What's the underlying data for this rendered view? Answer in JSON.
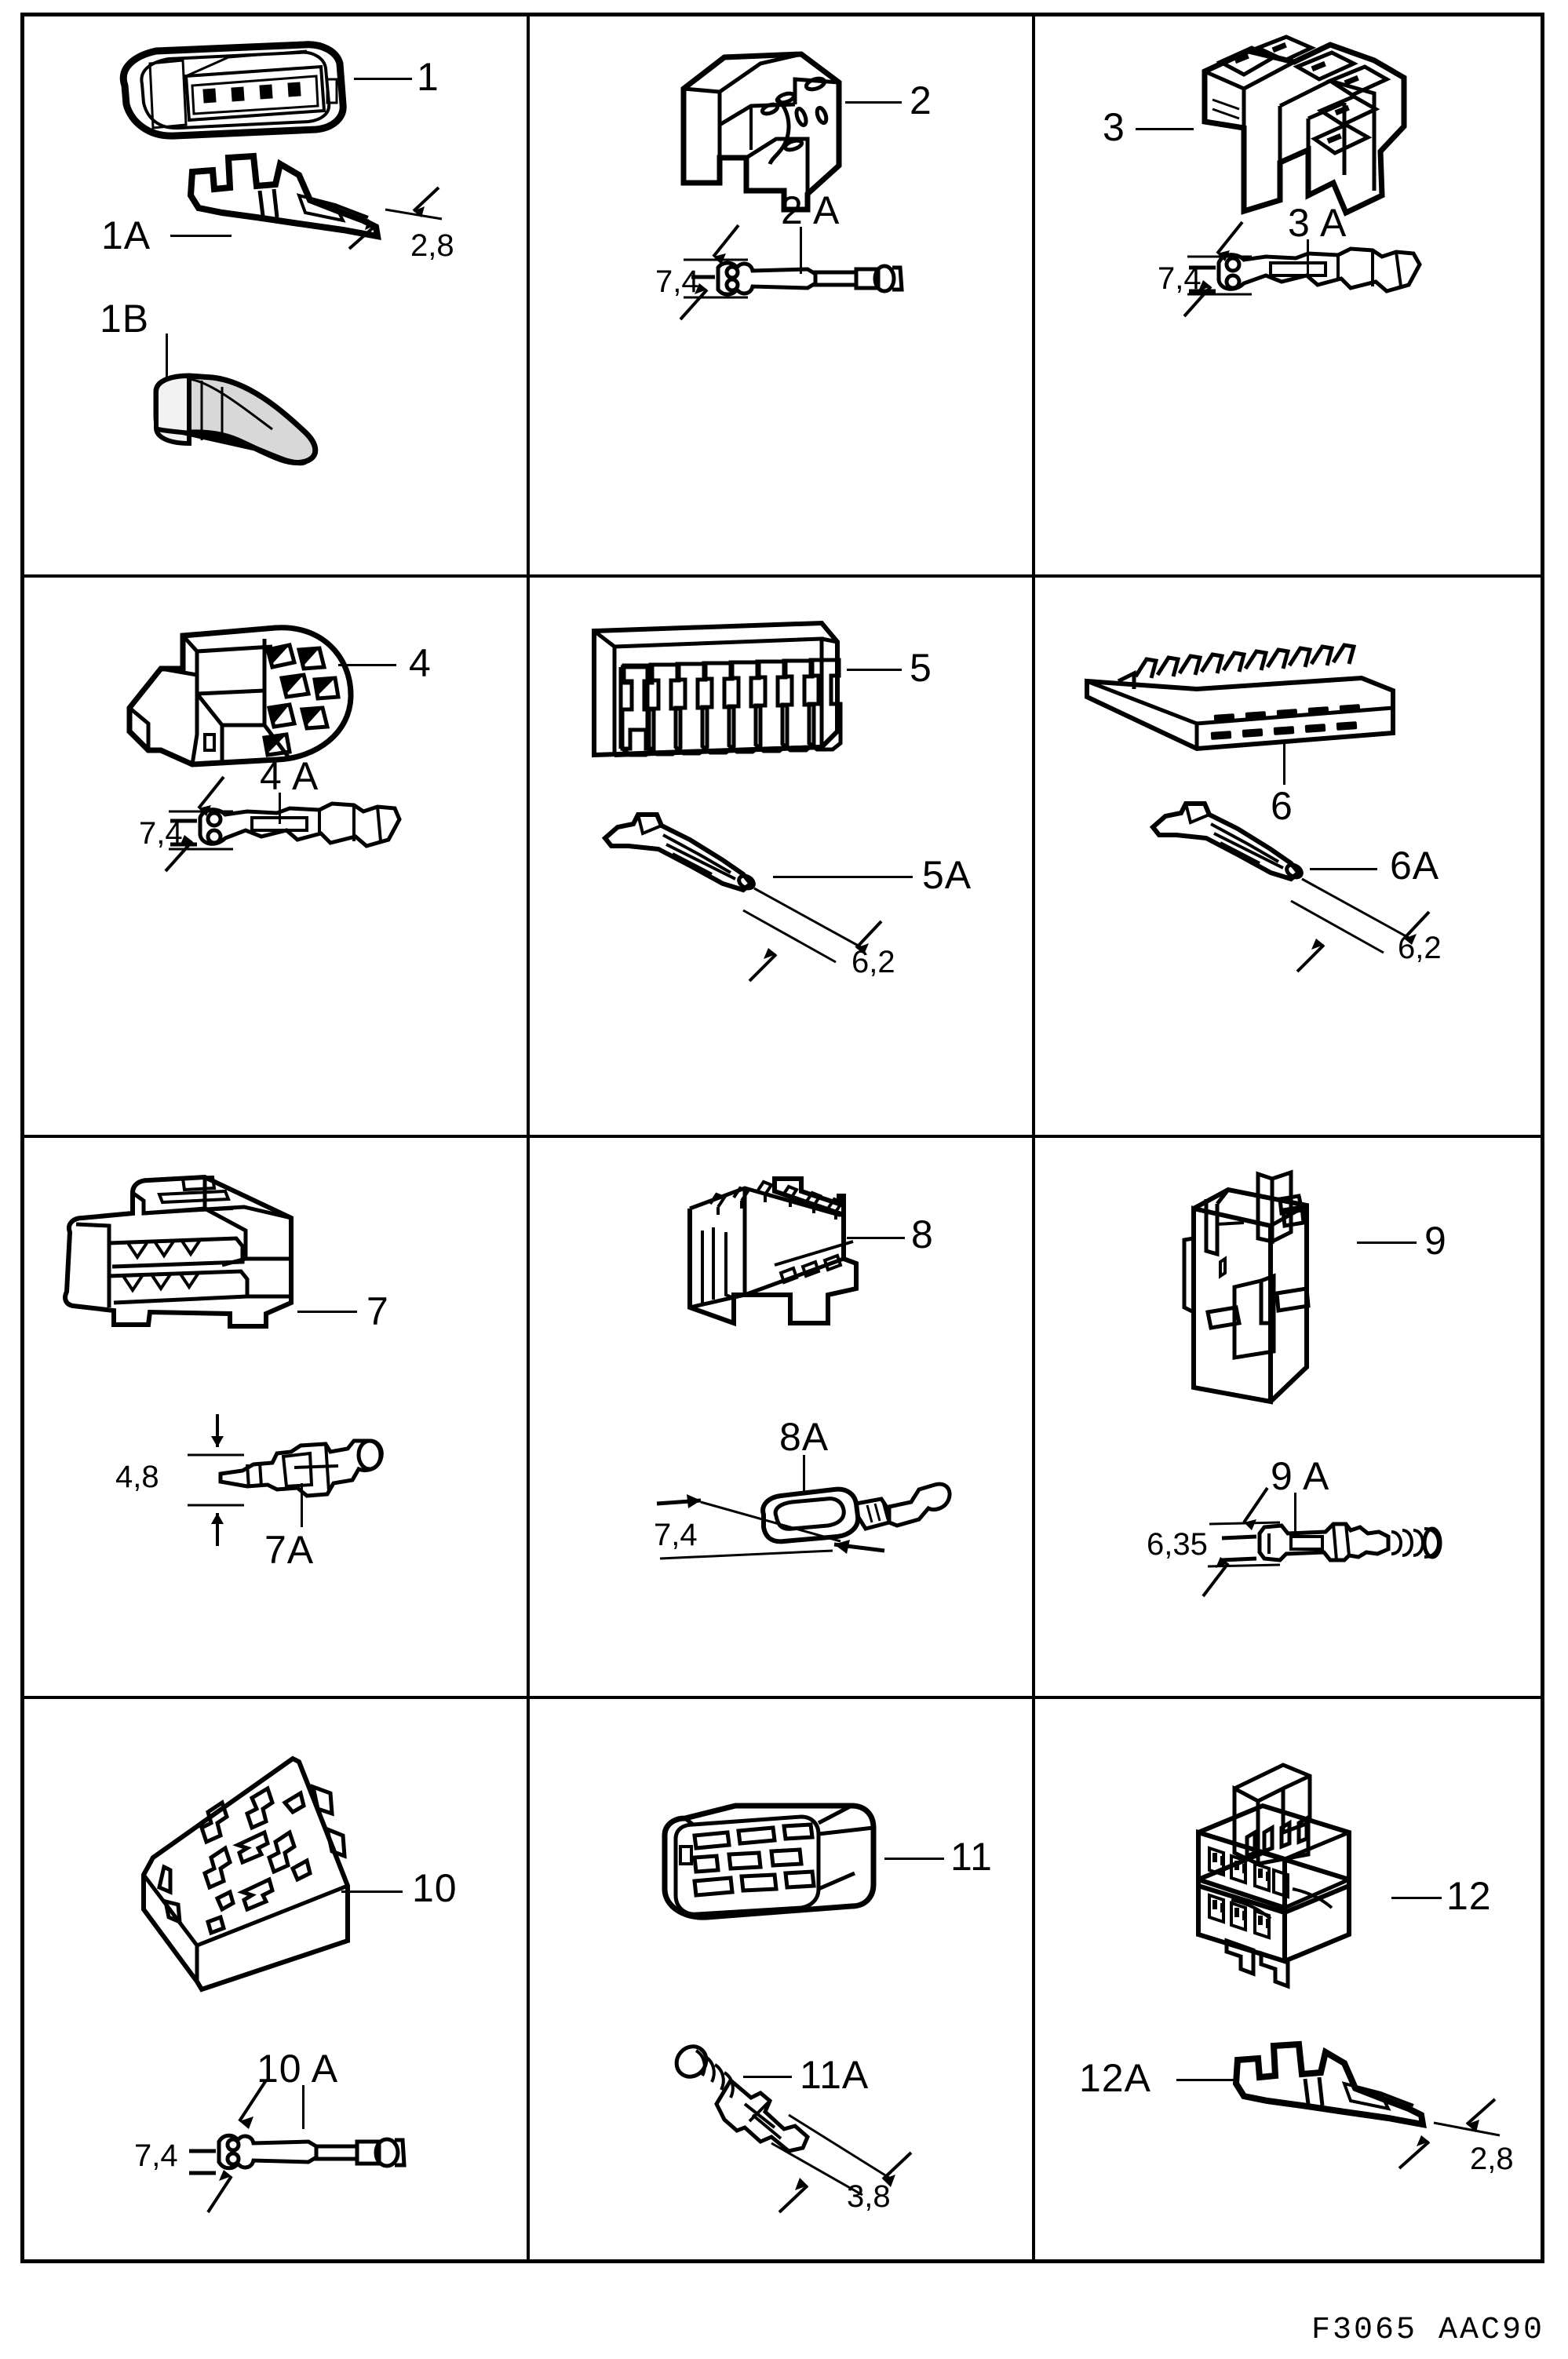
{
  "sheet": {
    "footer_code": "F3065  AAC90",
    "columns": 3,
    "rows": 4
  },
  "cells": [
    {
      "id": "cell-1",
      "housing_label": "1",
      "terminal_label": "1A",
      "extra_label": "1B",
      "dimension": "2,8",
      "housing_kind": "multi-way-connector-housing",
      "terminal_kind": "female-blade-terminal",
      "extra_kind": "rubber-boot-seal"
    },
    {
      "id": "cell-2",
      "housing_label": "2",
      "terminal_label": "2 A",
      "dimension": "7,4",
      "housing_kind": "single-way-connector-block",
      "terminal_kind": "round-pin-terminal"
    },
    {
      "id": "cell-3",
      "housing_label": "3",
      "terminal_label": "3 A",
      "dimension": "7,4",
      "housing_kind": "multi-chamber-connector-housing",
      "terminal_kind": "flat-blade-terminal"
    },
    {
      "id": "cell-4",
      "housing_label": "4",
      "terminal_label": "4 A",
      "dimension": "7,4",
      "housing_kind": "round-face-connector-housing",
      "terminal_kind": "flat-blade-terminal"
    },
    {
      "id": "cell-5",
      "housing_label": "5",
      "terminal_label": "5A",
      "dimension": "6,2",
      "housing_kind": "eight-way-comb-connector",
      "terminal_kind": "small-flat-terminal"
    },
    {
      "id": "cell-6",
      "housing_label": "6",
      "terminal_label": "6A",
      "dimension": "6,2",
      "housing_kind": "flat-strip-connector",
      "terminal_kind": "small-flat-terminal"
    },
    {
      "id": "cell-7",
      "housing_label": "7",
      "terminal_label": "7A",
      "dimension": "4,8",
      "housing_kind": "double-row-connector-housing",
      "terminal_kind": "blade-receptacle-terminal"
    },
    {
      "id": "cell-8",
      "housing_label": "8",
      "terminal_label": "8A",
      "dimension": "7,4",
      "housing_kind": "relay-base-connector",
      "terminal_kind": "female-spade-terminal"
    },
    {
      "id": "cell-9",
      "housing_label": "9",
      "terminal_label": "9 A",
      "dimension": "6,35",
      "housing_kind": "relay-socket-housing",
      "terminal_kind": "long-pin-terminal"
    },
    {
      "id": "cell-10",
      "housing_label": "10",
      "terminal_label": "10 A",
      "dimension": "7,4",
      "housing_kind": "relay-holder-box",
      "terminal_kind": "round-pin-terminal"
    },
    {
      "id": "cell-11",
      "housing_label": "11",
      "terminal_label": "11A",
      "dimension": "3,8",
      "housing_kind": "sealed-multi-way-connector",
      "terminal_kind": "round-male-pin-terminal"
    },
    {
      "id": "cell-12",
      "housing_label": "12",
      "terminal_label": "12A",
      "dimension": "2,8",
      "housing_kind": "stacked-double-connector",
      "terminal_kind": "female-blade-terminal"
    }
  ]
}
